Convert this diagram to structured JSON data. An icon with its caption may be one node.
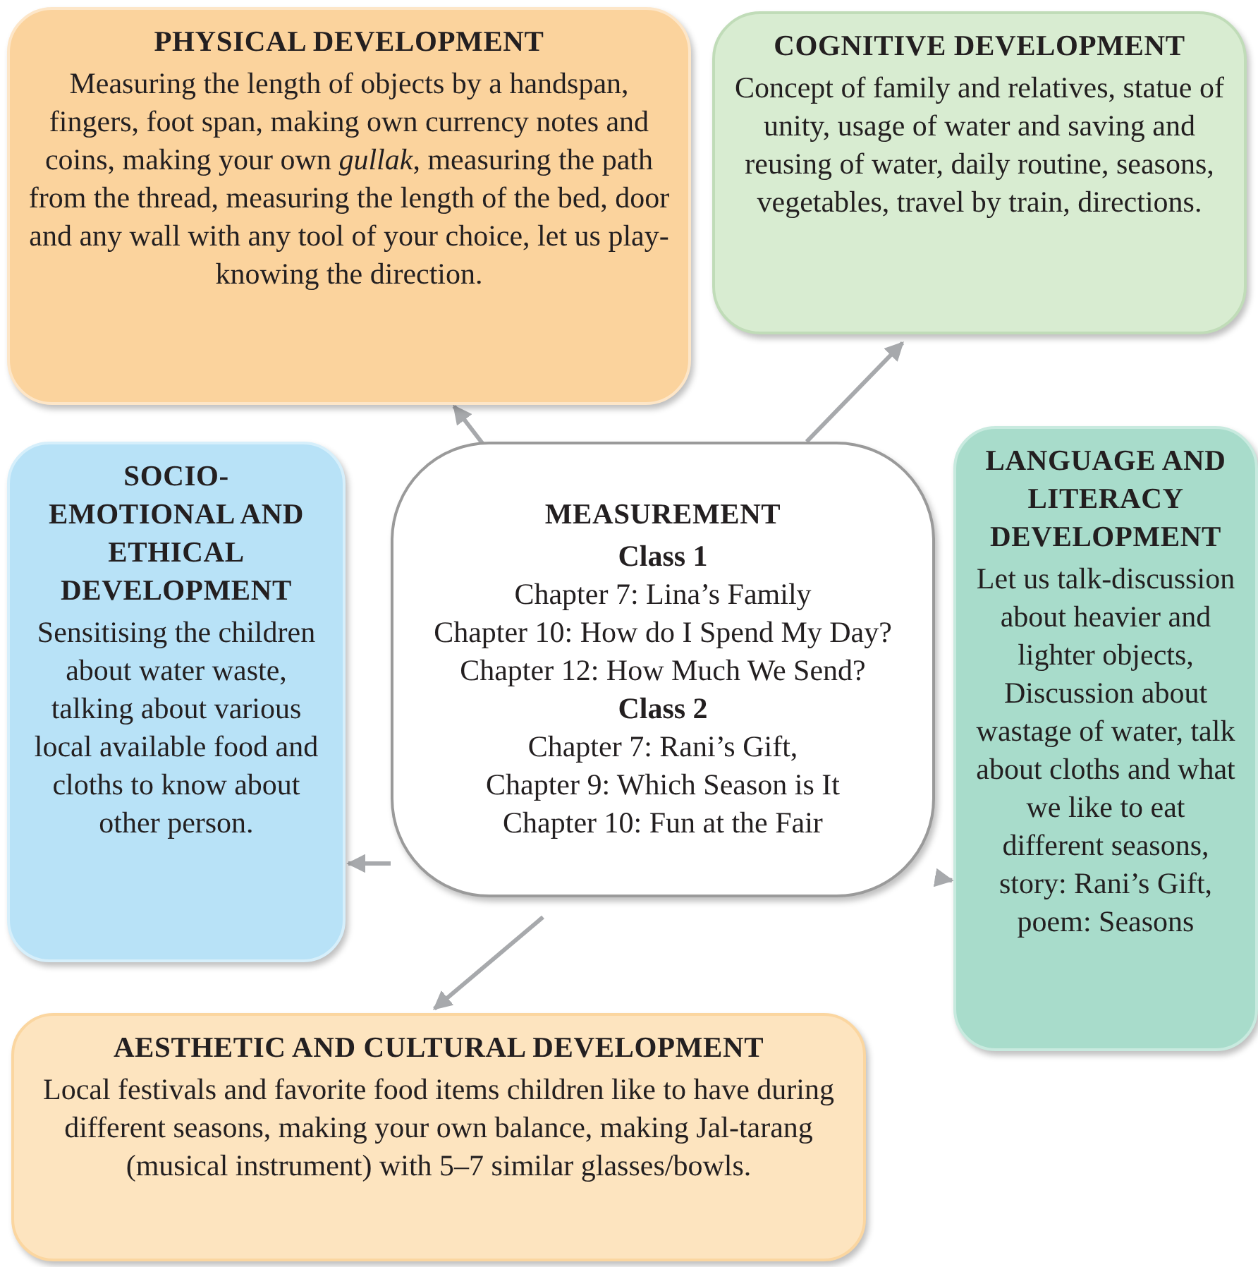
{
  "diagram": {
    "nodes": [
      {
        "text": [
          "PHYSICAL DEVELOPMENT",
          "Measuring the length of objects by a handspan, fingers, foot span, making own currency notes and coins, making your own *gullak*, measuring the path from the thread, measuring the length of the bed, door and any wall with any tool of your choice, let us play-knowing the direction."
        ]
      },
      {
        "text": [
          "COGNITIVE DEVELOPMENT",
          "Concept of family and relatives, statue of unity, usage of water and saving and reusing of water, daily routine, seasons, vegetables, travel by train, directions."
        ]
      },
      {
        "text": [
          "SOCIO-EMOTIONAL AND ETHICAL DEVELOPMENT",
          "Sensitising the children about water waste, talking about various local available food and cloths to know about other person."
        ]
      },
      {
        "text": [
          "MEASUREMENT",
          "**Class 1**",
          "Chapter 7: Lina’s Family",
          "Chapter 10: How do I Spend My Day?",
          "Chapter 12: How Much We Send?",
          "**Class 2**",
          "Chapter 7: Rani’s Gift,",
          "Chapter 9: Which Season is It",
          "Chapter 10: Fun at the Fair"
        ]
      },
      {
        "text": [
          "LANGUAGE AND LITERACY DEVELOPMENT",
          "Let us talk-discussion about heavier and lighter objects, Discussion about wastage of water, talk about cloths and what we like to eat different seasons, story: Rani’s Gift, poem: Seasons"
        ]
      },
      {
        "text": [
          "AESTHETIC AND CULTURAL DEVELOPMENT",
          "Local festivals and favorite food items children like to have during different seasons, making your own balance, making Jal-tarang (musical instrument) with 5–7 similar glasses/bowls."
        ]
      }
    ],
    "edges": [
      {
        "from": 3,
        "to": 0,
        "arrow": "to"
      },
      {
        "from": 3,
        "to": 1,
        "arrow": "to"
      },
      {
        "from": 3,
        "to": 2,
        "arrow": "to"
      },
      {
        "from": 3,
        "to": 4,
        "arrow": "to"
      },
      {
        "from": 3,
        "to": 5,
        "arrow": "to"
      }
    ]
  }
}
